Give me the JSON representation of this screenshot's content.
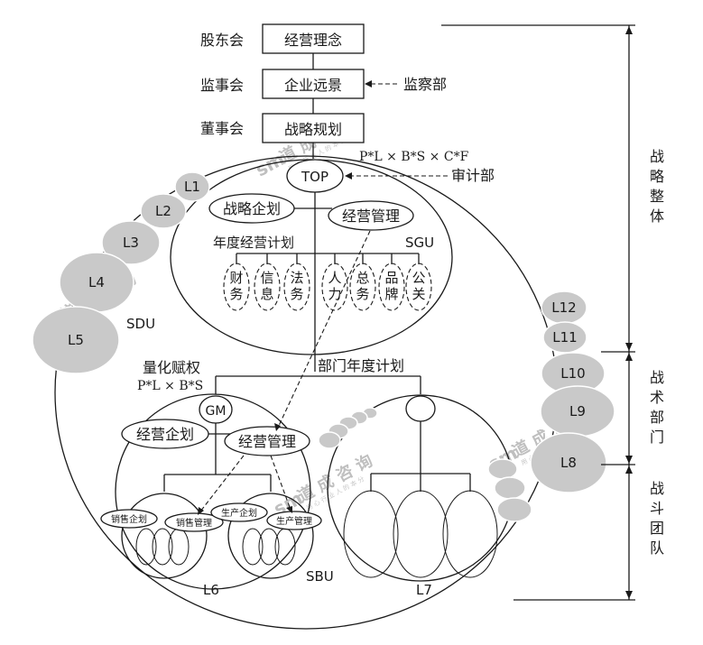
{
  "governance": {
    "shareholders": "股东会",
    "supervisors": "监事会",
    "board": "董事会"
  },
  "top_boxes": {
    "philosophy": "经营理念",
    "vision": "企业远景",
    "strategy": "战略规划"
  },
  "side_labels": {
    "supervision_dept": "监察部",
    "audit_dept": "审计部"
  },
  "formulas": {
    "top_formula": "P*L × B*S × C*F",
    "lower_formula": "P*L × B*S",
    "quantified_rights": "量化赋权"
  },
  "top_section": {
    "top": "TOP",
    "strategy_planning": "战略企划",
    "business_management": "经营管理",
    "annual_plan": "年度经营计划",
    "sgu": "SGU",
    "functions": [
      "财\n务",
      "信\n息",
      "法\n务",
      "人\n力",
      "总\n务",
      "品\n牌",
      "公\n关"
    ]
  },
  "bottom_section": {
    "dept_annual_plan": "部门年度计划",
    "gm": "GM",
    "business_planning": "经营企划",
    "business_management": "经营管理",
    "sales_planning": "销售企划",
    "sales_management": "销售管理",
    "production_planning": "生产企划",
    "production_management": "生产管理",
    "sbu": "SBU",
    "l6": "L6",
    "l7": "L7"
  },
  "sdu": {
    "label": "SDU",
    "circles": [
      "L1",
      "L2",
      "L3",
      "L4",
      "L5"
    ]
  },
  "right_chain": [
    "L12",
    "L11",
    "L10",
    "L9",
    "L8"
  ],
  "right_bracket": {
    "strategy_whole": "战\n略\n整\n体",
    "tactical_dept": "战\n术\n部\n门",
    "combat_team": "战\n斗\n团\n队"
  },
  "watermark": {
    "brand": "道 成 咨 询",
    "logo_text": "sm",
    "tagline": "用 心 行 业 人 的 本 分"
  },
  "colors": {
    "line": "#1a1a1a",
    "grey_circle": "#c9c9c9",
    "watermark": "#bfbfbf"
  }
}
